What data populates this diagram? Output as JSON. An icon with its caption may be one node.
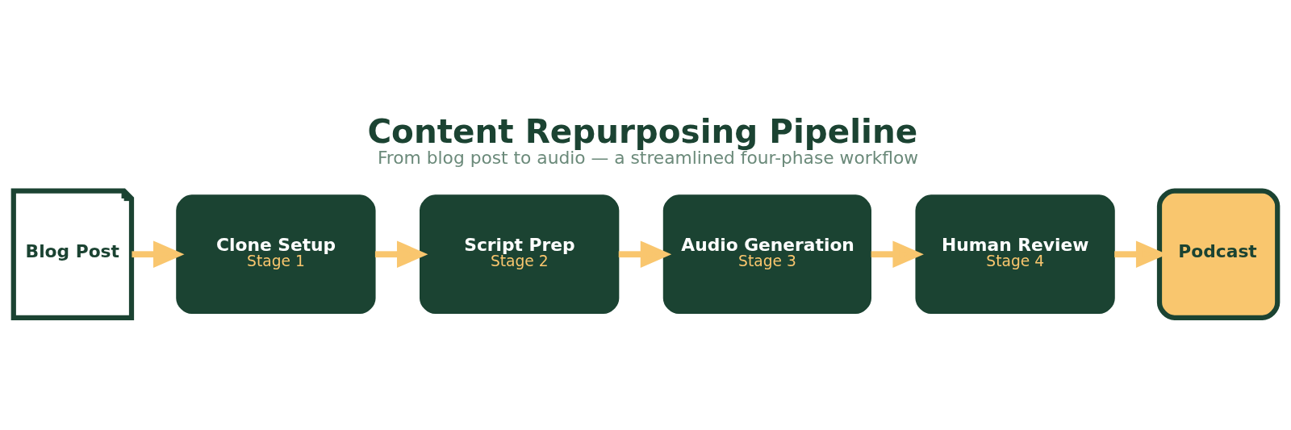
{
  "diagram": {
    "title": "Content Repurposing Pipeline",
    "caption": "From blog post to audio — a streamlined four-phase workflow",
    "nodes": [
      {
        "text": [
          "Blog Post"
        ]
      },
      {
        "text": [
          "Clone Setup",
          "Stage 1"
        ]
      },
      {
        "text": [
          "Script Prep",
          "Stage 2"
        ]
      },
      {
        "text": [
          "Audio Generation",
          "Stage 3"
        ]
      },
      {
        "text": [
          "Human Review",
          "Stage 4"
        ]
      },
      {
        "text": [
          "Podcast"
        ]
      }
    ],
    "edges": [
      {
        "from": 0,
        "to": 1,
        "arrow": "to"
      },
      {
        "from": 1,
        "to": 2,
        "arrow": "to"
      },
      {
        "from": 2,
        "to": 3,
        "arrow": "to"
      },
      {
        "from": 3,
        "to": 4,
        "arrow": "to"
      },
      {
        "from": 4,
        "to": 5,
        "arrow": "to"
      }
    ]
  }
}
